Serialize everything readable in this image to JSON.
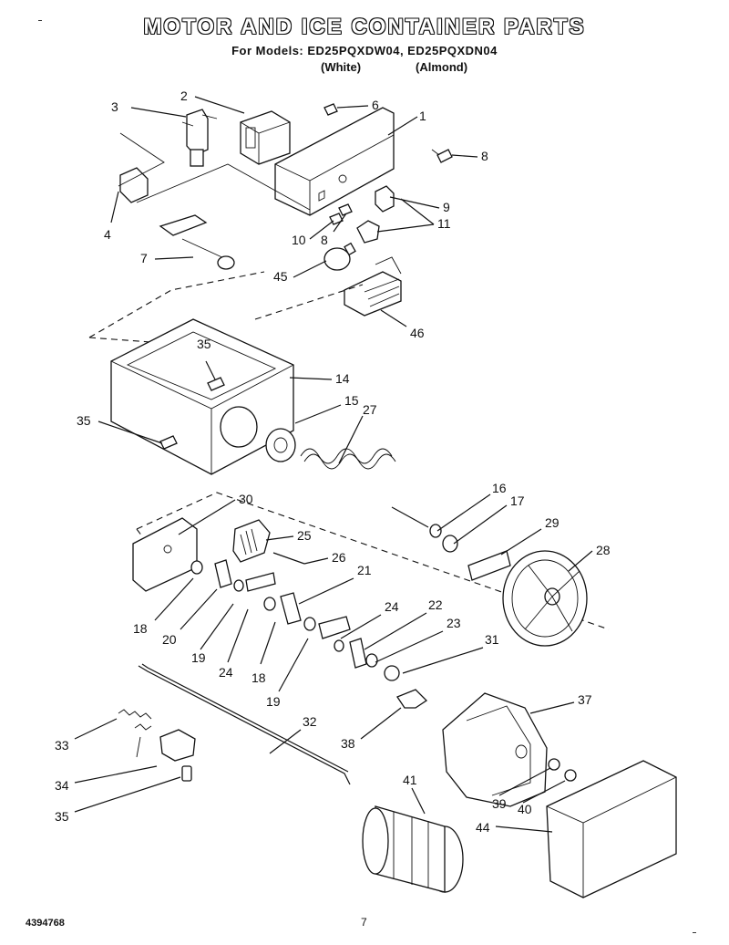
{
  "header": {
    "title": "MOTOR AND ICE CONTAINER PARTS",
    "models": "For Models: ED25PQXDW04, ED25PQXDN04",
    "variant_white": "(White)",
    "variant_almond": "(Almond)"
  },
  "footer": {
    "doc_number": "4394768",
    "page_number": "7"
  },
  "callouts": [
    {
      "id": "c3",
      "text": "3"
    },
    {
      "id": "c2",
      "text": "2"
    },
    {
      "id": "c6",
      "text": "6"
    },
    {
      "id": "c1",
      "text": "1"
    },
    {
      "id": "c8a",
      "text": "8"
    },
    {
      "id": "c9",
      "text": "9"
    },
    {
      "id": "c11",
      "text": "11"
    },
    {
      "id": "c10",
      "text": "10"
    },
    {
      "id": "c8b",
      "text": "8"
    },
    {
      "id": "c4",
      "text": "4"
    },
    {
      "id": "c7",
      "text": "7"
    },
    {
      "id": "c45",
      "text": "45"
    },
    {
      "id": "c46",
      "text": "46"
    },
    {
      "id": "c35a",
      "text": "35"
    },
    {
      "id": "c14",
      "text": "14"
    },
    {
      "id": "c15",
      "text": "15"
    },
    {
      "id": "c27",
      "text": "27"
    },
    {
      "id": "c35b",
      "text": "35"
    },
    {
      "id": "c30",
      "text": "30"
    },
    {
      "id": "c25",
      "text": "25"
    },
    {
      "id": "c16",
      "text": "16"
    },
    {
      "id": "c17",
      "text": "17"
    },
    {
      "id": "c29",
      "text": "29"
    },
    {
      "id": "c26",
      "text": "26"
    },
    {
      "id": "c28",
      "text": "28"
    },
    {
      "id": "c21",
      "text": "21"
    },
    {
      "id": "c24a",
      "text": "24"
    },
    {
      "id": "c18a",
      "text": "18"
    },
    {
      "id": "c20",
      "text": "20"
    },
    {
      "id": "c22",
      "text": "22"
    },
    {
      "id": "c23",
      "text": "23"
    },
    {
      "id": "c19a",
      "text": "19"
    },
    {
      "id": "c24b",
      "text": "24"
    },
    {
      "id": "c18b",
      "text": "18"
    },
    {
      "id": "c31",
      "text": "31"
    },
    {
      "id": "c19b",
      "text": "19"
    },
    {
      "id": "c37",
      "text": "37"
    },
    {
      "id": "c32",
      "text": "32"
    },
    {
      "id": "c33",
      "text": "33"
    },
    {
      "id": "c38",
      "text": "38"
    },
    {
      "id": "c34",
      "text": "34"
    },
    {
      "id": "c41",
      "text": "41"
    },
    {
      "id": "c39",
      "text": "39"
    },
    {
      "id": "c40",
      "text": "40"
    },
    {
      "id": "c35c",
      "text": "35"
    },
    {
      "id": "c44",
      "text": "44"
    }
  ]
}
